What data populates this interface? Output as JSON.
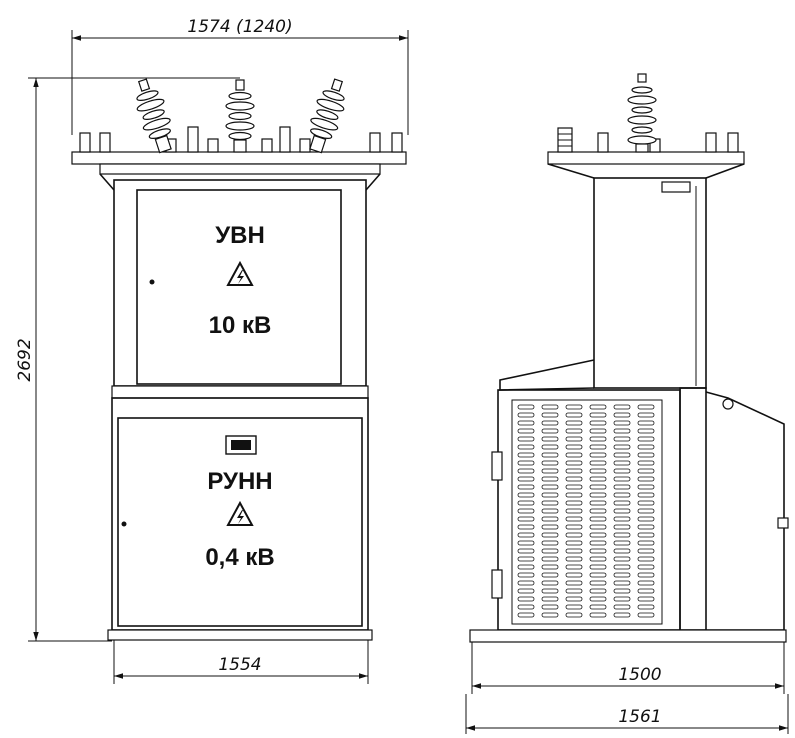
{
  "front_view": {
    "title_top": "УВН",
    "voltage_top": "10 кВ",
    "title_bottom": "РУНН",
    "voltage_bottom": "0,4 кВ"
  },
  "dimensions": {
    "front_top_width": "1574 (1240)",
    "front_height": "2692",
    "front_base_width": "1554",
    "side_depth": "1500",
    "side_total_depth": "1561"
  },
  "icons": [
    "high-voltage-warning-icon",
    "vent-grille-icon"
  ]
}
